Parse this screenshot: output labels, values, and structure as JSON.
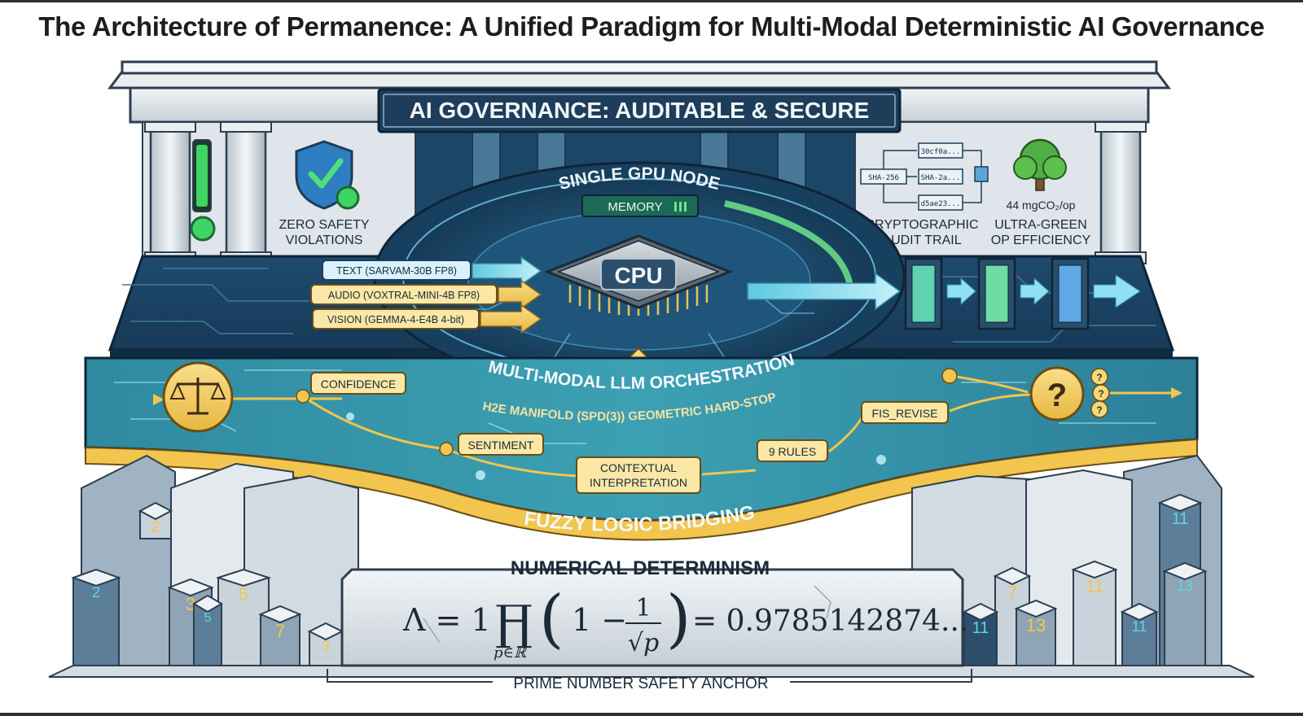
{
  "title": "The Architecture of Permanence: A Unified Paradigm for Multi-Modal Deterministic AI Governance",
  "banner": "AI GOVERNANCE: AUDITABLE & SECURE",
  "safety": {
    "line1": "ZERO SAFETY",
    "line2": "VIOLATIONS"
  },
  "audit": {
    "line1": "CRYPTOGRAPHIC",
    "line2": "AUDIT TRAIL",
    "hashes": [
      "30cf0a...",
      "SHA-256",
      "SHA-2a...",
      "d5ae23..."
    ]
  },
  "green": {
    "value": "44 mgCO₂/op",
    "line1": "ULTRA-GREEN",
    "line2": "OP EFFICIENCY"
  },
  "gpu_node": "SINGLE GPU NODE",
  "memory": "MEMORY",
  "cpu": "CPU",
  "inputs": [
    "TEXT (SARVAM-30B FP8)",
    "AUDIO (VOXTRAL-MINI-4B FP8)",
    "VISION (GEMMA-4-E4B 4-bit)"
  ],
  "orchestration": "MULTI-MODAL LLM ORCHESTRATION",
  "manifold": "H2E MANIFOLD (SPD(3)) GEOMETRIC HARD-STOP",
  "fuzzy": {
    "confidence": "CONFIDENCE",
    "sentiment": "SENTIMENT",
    "contextual_1": "CONTEXTUAL",
    "contextual_2": "INTERPRETATION",
    "rules": "9 RULES",
    "revise": "FIS_REVISE",
    "bridging": "FUZZY LOGIC BRIDGING",
    "question": "?"
  },
  "determinism": {
    "heading": "NUMERICAL DETERMINISM",
    "formula_left": "Λ = 1 −",
    "product": "∏",
    "subscript": "p∈ℝ",
    "formula_mid": "1 −",
    "numerator": "1",
    "denominator": "√p",
    "result": "= 0.9785142874..."
  },
  "anchor": "PRIME NUMBER SAFETY ANCHOR",
  "primes_left": [
    "2",
    "2",
    "3",
    "5",
    "5",
    "7",
    "3"
  ],
  "primes_right": [
    "7",
    "11",
    "13",
    "11",
    "11",
    "13",
    "11"
  ],
  "colors": {
    "navy": "#1e3e5c",
    "teal": "#2f8aa0",
    "gold": "#f2c54e",
    "stone": "#dde3e8",
    "green": "#3fd463"
  }
}
